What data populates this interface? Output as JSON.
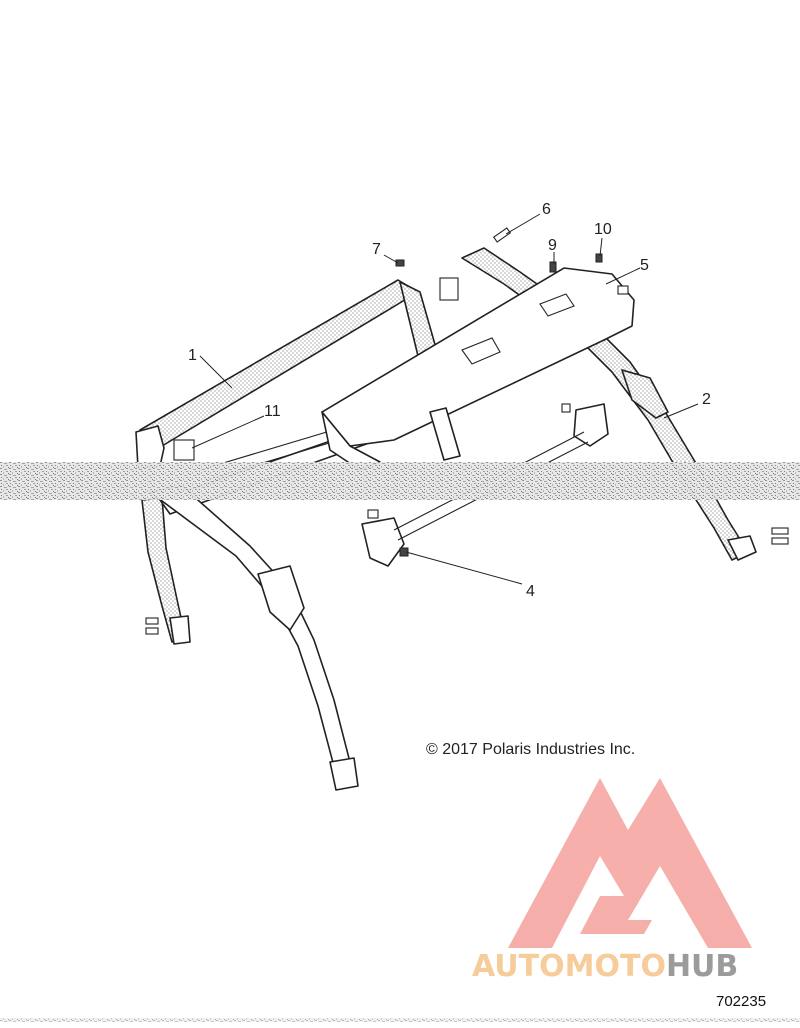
{
  "diagram": {
    "callouts": [
      {
        "id": "1",
        "label": "1"
      },
      {
        "id": "2",
        "label": "2"
      },
      {
        "id": "4",
        "label": "4"
      },
      {
        "id": "5",
        "label": "5"
      },
      {
        "id": "6",
        "label": "6"
      },
      {
        "id": "7",
        "label": "7"
      },
      {
        "id": "9",
        "label": "9"
      },
      {
        "id": "10",
        "label": "10"
      },
      {
        "id": "11",
        "label": "11"
      }
    ],
    "copyright": "© 2017 Polaris Industries Inc.",
    "part_number": "702235"
  },
  "watermark": {
    "text_part1": "AUTOMOTO",
    "text_part2": "HUB",
    "colors": {
      "logo_triangle": "#f4a19b",
      "logo_text_orange": "#f6c48a",
      "logo_text_red": "#f08b85",
      "logo_text_gray": "#8a8a8a"
    }
  }
}
